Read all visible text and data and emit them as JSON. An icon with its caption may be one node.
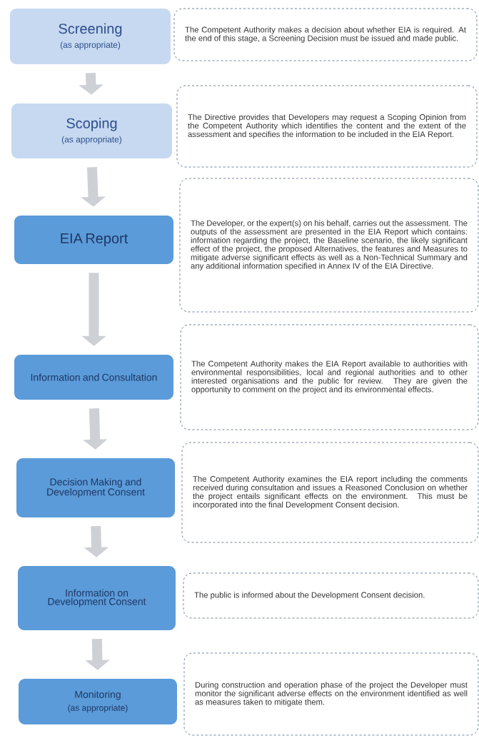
{
  "diagram": {
    "nodes": [
      {
        "text": [
          "Screening",
          "(as appropriate)"
        ]
      },
      {
        "text": [
          "The Competent Authority makes a decision about whether EIA is required. At the end of this stage, a Screening Decision must be issued and made public."
        ]
      },
      {
        "text": [
          "Scoping",
          "(as appropriate)"
        ]
      },
      {
        "text": [
          "The Directive provides that Developers may request a Scoping Opinion from the Competent Authority which identifies the content and the extent of the assessment and specifies the information to be included in the EIA Report."
        ]
      },
      {
        "text": [
          "EIA Report"
        ]
      },
      {
        "text": [
          "The Developer, or the expert(s) on his behalf, carries out the assessment. The outputs of the assessment are presented in the EIA Report which contains: information regarding the project, the Baseline scenario, the likely significant effect of the project, the proposed Alternatives, the features and Measures to mitigate adverse significant effects as well as a Non-Technical Summary and any additional information specified in Annex IV of the EIA Directive."
        ]
      },
      {
        "text": [
          "Information and Consultation"
        ]
      },
      {
        "text": [
          "The Competent Authority makes the EIA Report available to authorities with environmental responsibilities, local and regional authorities and to other interested organisations and the public for review. They are given the opportunity to comment on the project and its environmental effects."
        ]
      },
      {
        "text": [
          "Decision Making and Development Consent"
        ]
      },
      {
        "text": [
          "The Competent Authority examines the EIA report including the comments received during consultation and issues a Reasoned Conclusion on whether the project entails significant effects on the environment. This must be incorporated into the final Development Consent decision."
        ]
      },
      {
        "text": [
          "Information on Development Consent"
        ]
      },
      {
        "text": [
          "The public is informed about the Development Consent decision."
        ]
      },
      {
        "text": [
          "Monitoring",
          "(as appropriate)"
        ]
      },
      {
        "text": [
          "During construction and operation phase of the project the Developer must monitor the significant adverse effects on the environment identified as well as measures taken to mitigate them."
        ]
      }
    ],
    "edges": [
      {
        "from": 0,
        "to": 2,
        "arrow": "to"
      },
      {
        "from": 2,
        "to": 4,
        "arrow": "to"
      },
      {
        "from": 4,
        "to": 6,
        "arrow": "to"
      },
      {
        "from": 6,
        "to": 8,
        "arrow": "to"
      },
      {
        "from": 8,
        "to": 10,
        "arrow": "to"
      },
      {
        "from": 10,
        "to": 12,
        "arrow": "to"
      }
    ]
  }
}
